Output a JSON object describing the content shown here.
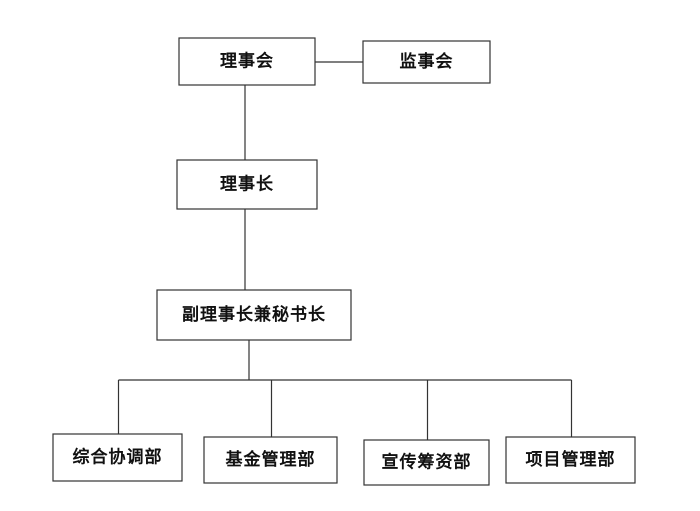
{
  "diagram": {
    "type": "org-chart",
    "nodes": [
      {
        "id": "council",
        "label": "理事会"
      },
      {
        "id": "supervisors",
        "label": "监事会"
      },
      {
        "id": "chairman",
        "label": "理事长"
      },
      {
        "id": "vice-chair-secretary",
        "label": "副理事长兼秘书长"
      },
      {
        "id": "coordination-dept",
        "label": "综合协调部"
      },
      {
        "id": "fund-management-dept",
        "label": "基金管理部"
      },
      {
        "id": "publicity-fundraising-dept",
        "label": "宣传筹资部"
      },
      {
        "id": "project-management-dept",
        "label": "项目管理部"
      }
    ],
    "edges": [
      {
        "from": "council",
        "to": "supervisors"
      },
      {
        "from": "council",
        "to": "chairman"
      },
      {
        "from": "chairman",
        "to": "vice-chair-secretary"
      },
      {
        "from": "vice-chair-secretary",
        "to": "coordination-dept"
      },
      {
        "from": "vice-chair-secretary",
        "to": "fund-management-dept"
      },
      {
        "from": "vice-chair-secretary",
        "to": "publicity-fundraising-dept"
      },
      {
        "from": "vice-chair-secretary",
        "to": "project-management-dept"
      }
    ],
    "line_color": "#333333",
    "box_border_color": "#333333",
    "text_color": "#111111"
  }
}
